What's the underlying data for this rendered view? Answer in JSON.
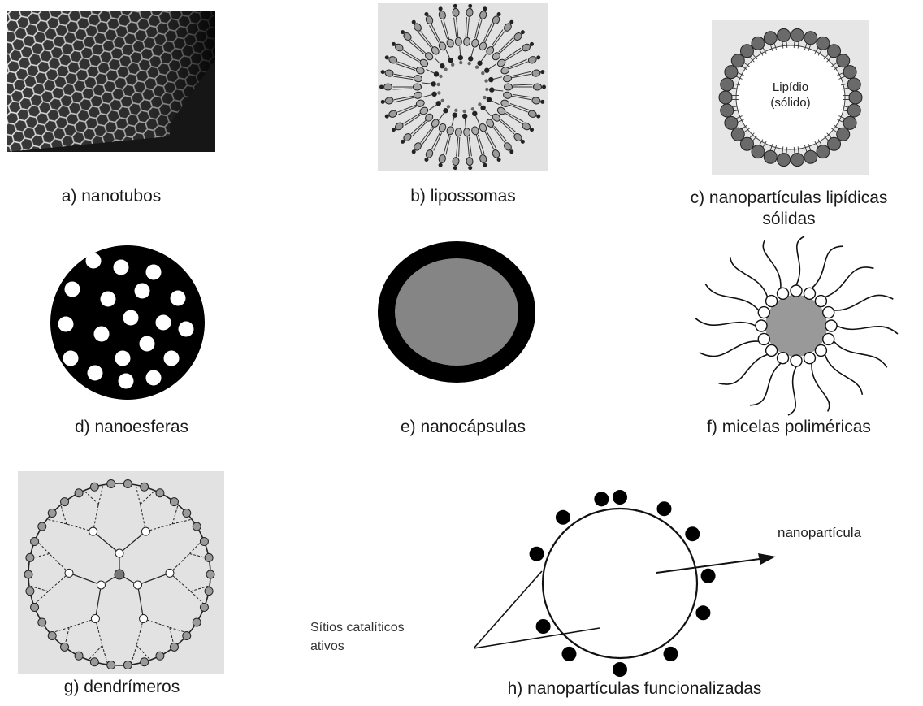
{
  "captions": {
    "a": "a) nanotubos",
    "b": "b) lipossomas",
    "c_line1": "c) nanopartículas lipídicas",
    "c_line2": "sólidas",
    "d": "d) nanoesferas",
    "e": "e) nanocápsulas",
    "f": "f) micelas poliméricas",
    "g": "g) dendrímeros",
    "h": "h) nanopartículas funcionalizadas"
  },
  "labels": {
    "lipid_line1": "Lipídio",
    "lipid_line2": "(sólido)",
    "nanoparticle": "nanopartícula",
    "sites_line1": "Sítios catalíticos",
    "sites_line2": "ativos"
  }
}
